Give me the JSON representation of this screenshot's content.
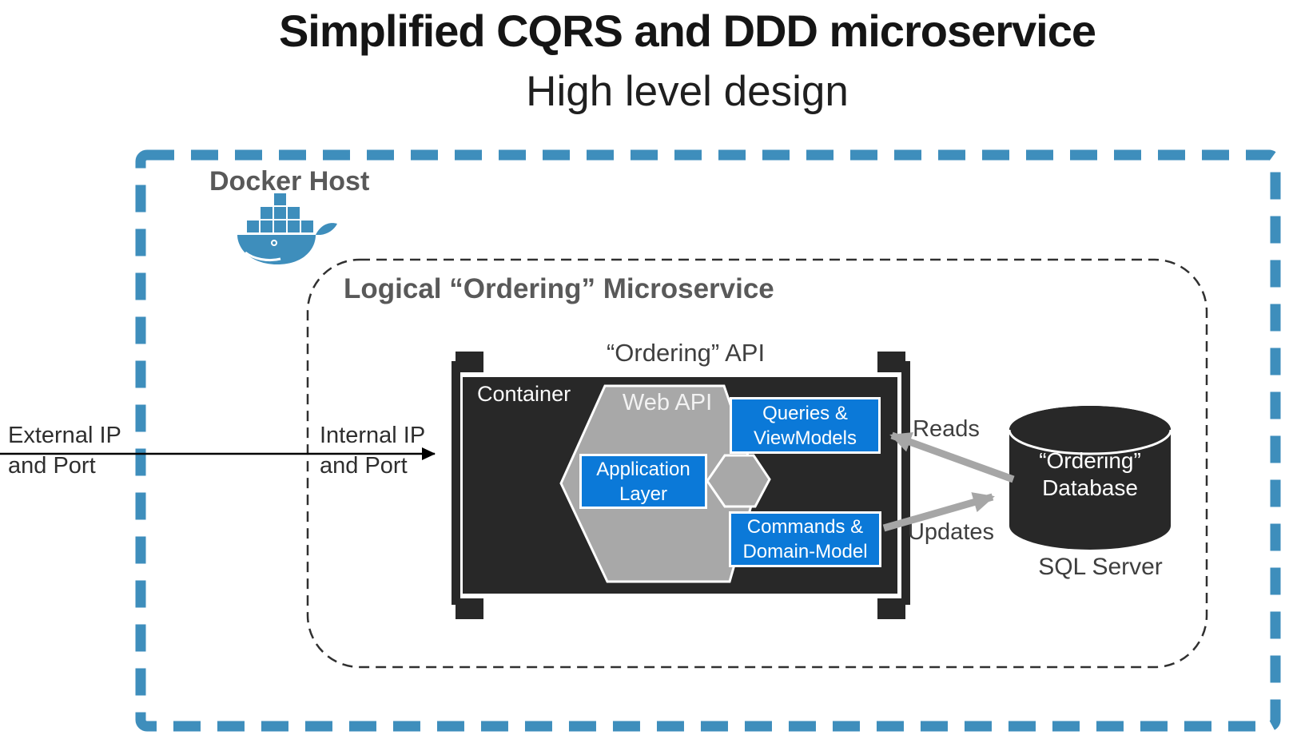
{
  "title": "Simplified CQRS and DDD microservice",
  "subtitle": "High level design",
  "docker_host": {
    "label": "Docker Host",
    "icon": "docker-whale-icon",
    "border_color": "#3E8EBC"
  },
  "microservice": {
    "label": "Logical “Ordering” Microservice",
    "border_color": "#303030"
  },
  "api_label": "“Ordering” API",
  "container": {
    "label": "Container",
    "web_api_label": "Web API",
    "accent_color": "#0b79d8",
    "body_color": "#282828",
    "hexagon_color": "#A8A8A8",
    "boxes": {
      "queries": "Queries &\nViewModels",
      "application": "Application\nLayer",
      "commands": "Commands &\nDomain-Model"
    }
  },
  "database": {
    "label": "“Ordering”\nDatabase",
    "sublabel": "SQL Server"
  },
  "arrows": {
    "reads": "Reads",
    "updates": "Updates",
    "arrow_color": "#A6A6A6"
  },
  "endpoints": {
    "external": "External IP\nand Port",
    "internal": "Internal IP\nand Port"
  }
}
